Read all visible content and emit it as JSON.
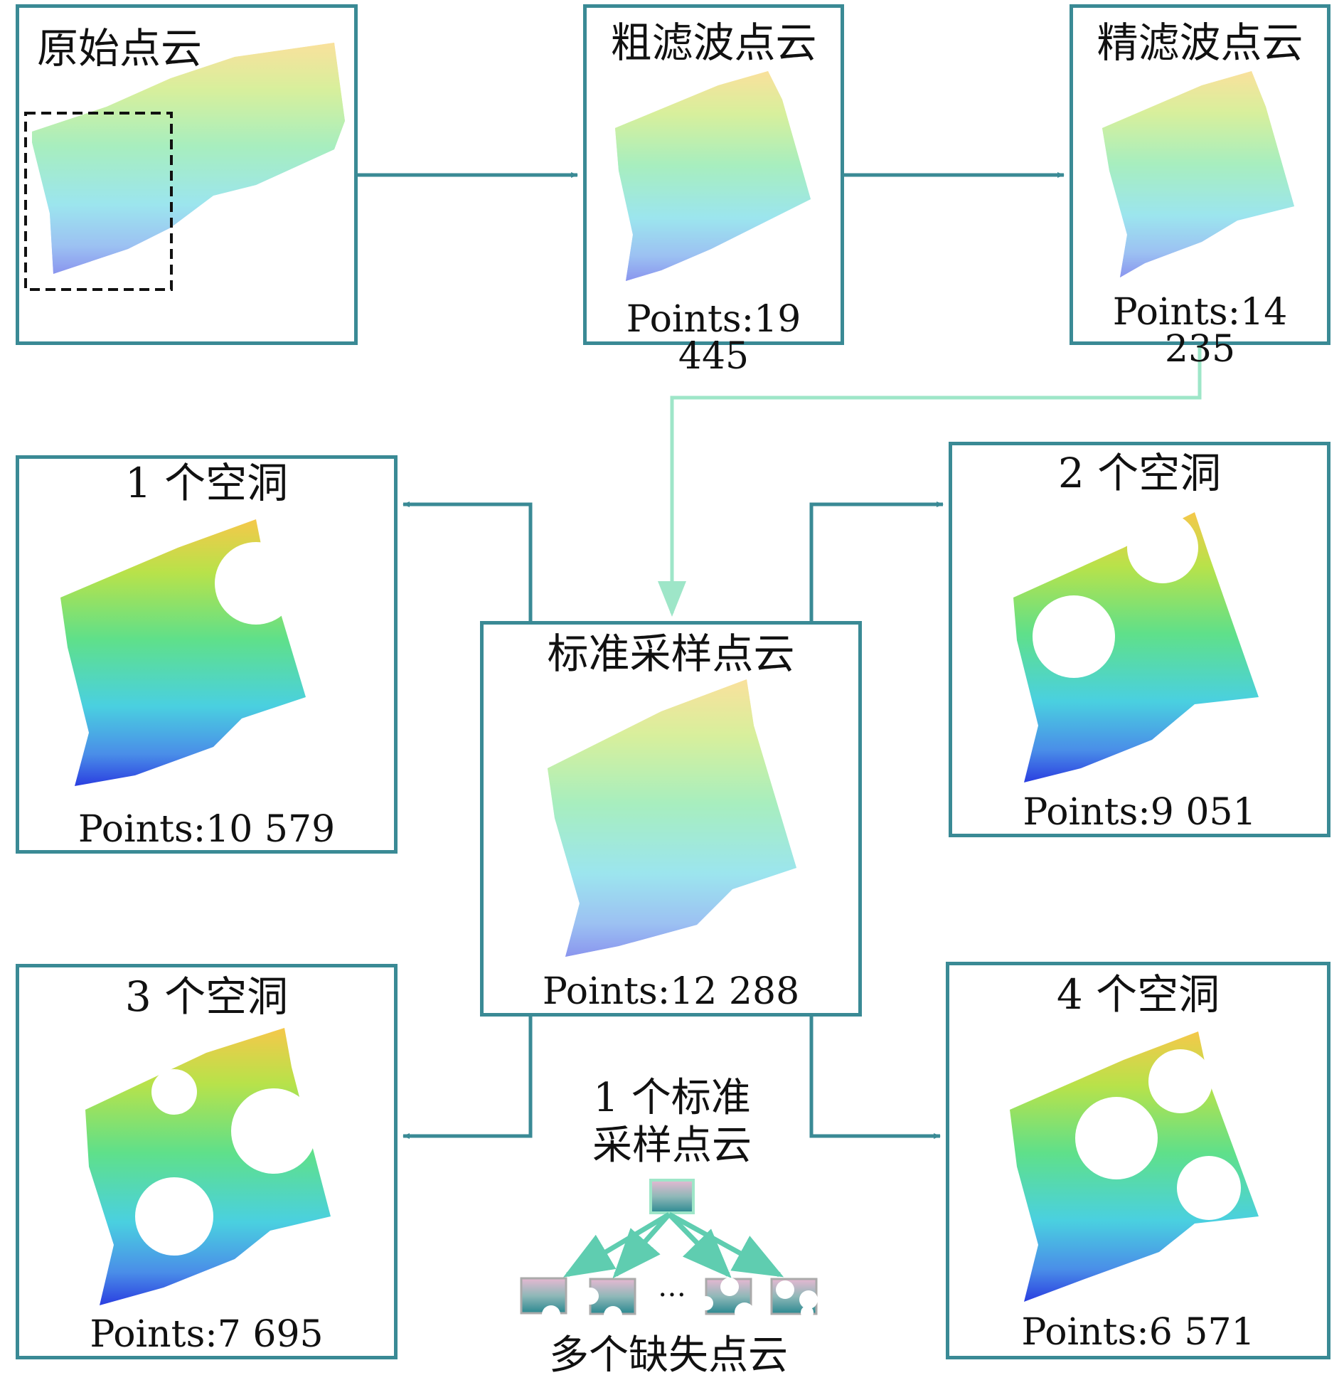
{
  "colors": {
    "frame": "#3a8a95",
    "arrow": "#3a8a95",
    "light_arrow": "#9ee6c8",
    "legend_arrow": "#5fcdb0"
  },
  "panels": {
    "raw": {
      "title": "原始点云"
    },
    "coarse": {
      "title": "粗滤波点云",
      "count": "Points:19 445"
    },
    "fine": {
      "title": "精滤波点云",
      "count": "Points:14 235"
    },
    "standard": {
      "title": "标准采样点云",
      "count": "Points:12 288"
    },
    "hole1": {
      "title": "1 个空洞",
      "count": "Points:10 579"
    },
    "hole2": {
      "title": "2 个空洞",
      "count": "Points:9 051"
    },
    "hole3": {
      "title": "3 个空洞",
      "count": "Points:7 695"
    },
    "hole4": {
      "title": "4 个空洞",
      "count": "Points:6 571"
    }
  },
  "legend": {
    "top_line1": "1 个标准",
    "top_line2": "采样点云",
    "ellipsis": "…",
    "bottom": "多个缺失点云"
  }
}
